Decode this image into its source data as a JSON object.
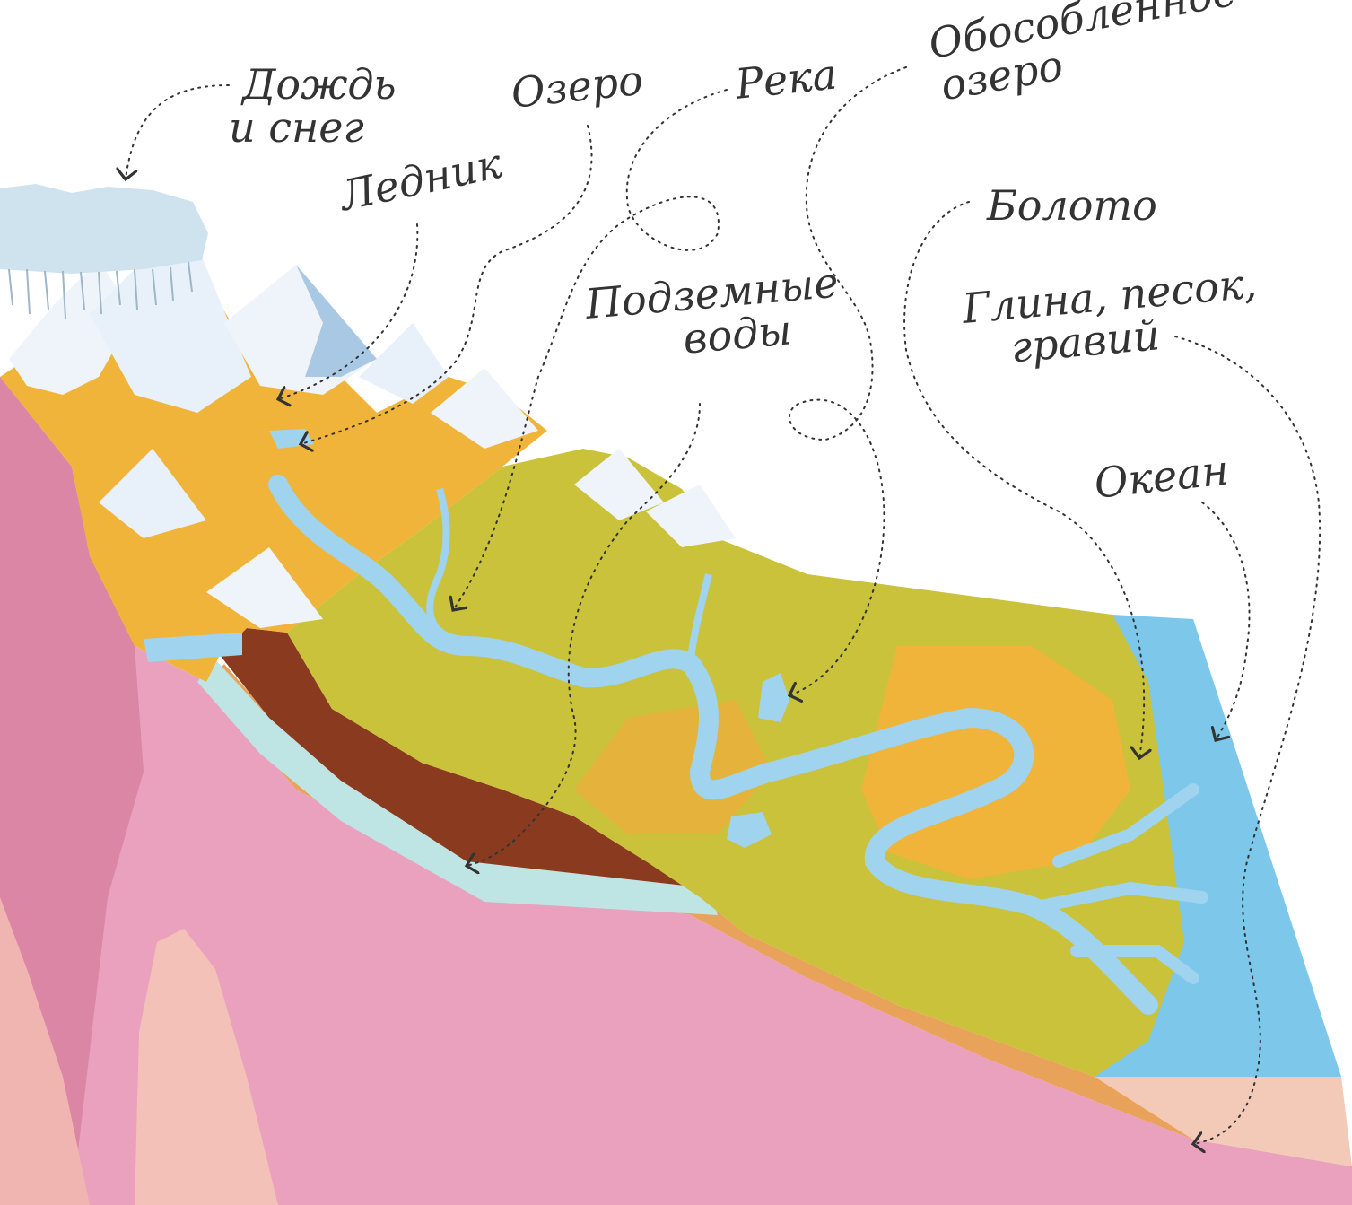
{
  "labels": {
    "rain_snow": [
      "Дождь",
      "и снег"
    ],
    "glacier": "Ледник",
    "lake": "Озеро",
    "river": "Река",
    "isolated_lake": [
      "Обособленное",
      "озеро"
    ],
    "swamp": "Болото",
    "groundwater": [
      "Подземные",
      "воды"
    ],
    "sediments": [
      "Глина, песок,",
      "гравий"
    ],
    "ocean": "Океан"
  },
  "colors": {
    "mountain_snow": "#eef4fa",
    "mountain_shadow": "#a9c8e4",
    "ochre": "#f0b43a",
    "lowland_green": "#c9c23a",
    "river_blue": "#9fd3ee",
    "ocean_blue": "#7cc7ea",
    "bedrock_pink": "#e9a1bd",
    "soil_brown": "#8a3b1f",
    "clay_orange": "#e9a25a",
    "cloud": "#cfe3ef"
  }
}
